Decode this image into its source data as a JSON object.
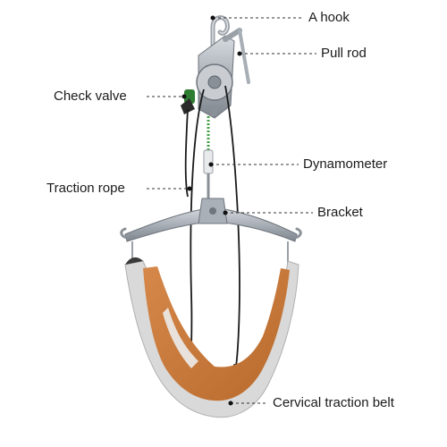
{
  "labels": {
    "hook": "A hook",
    "pull_rod": "Pull rod",
    "check_valve": "Check valve",
    "dynamometer": "Dynamometer",
    "traction_rope": "Traction rope",
    "bracket": "Bracket",
    "belt": "Cervical traction belt"
  },
  "colors": {
    "metal": "#b7bcc2",
    "metal_dark": "#7f858c",
    "belt_outer": "#d9d9d9",
    "belt_inner": "#c8772f",
    "rope": "#1a1a1a",
    "spring": "#4caf3c",
    "leader": "#333333"
  }
}
